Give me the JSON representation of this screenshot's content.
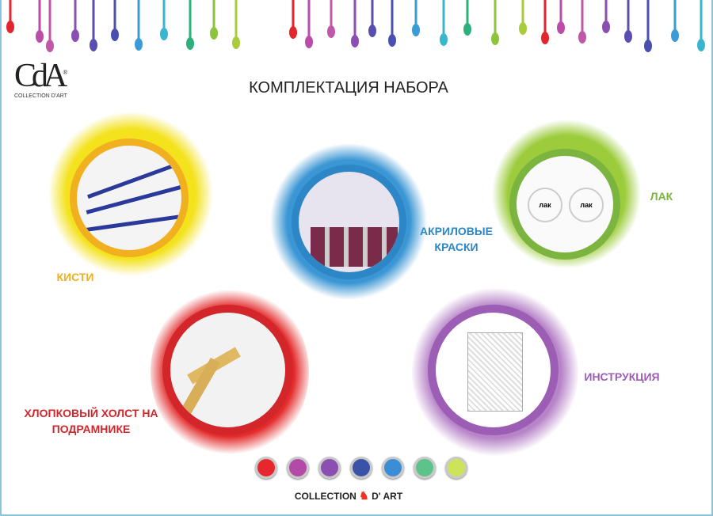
{
  "logo": {
    "mark": "CdA",
    "registered": "®",
    "name": "COLLECTION D'ART"
  },
  "title": "КОМПЛЕКТАЦИЯ НАБОРА",
  "items": [
    {
      "label": "КИСТИ",
      "color": "#f0b020",
      "splash": "#f3e21c"
    },
    {
      "label": "АКРИЛОВЫЕ КРАСКИ",
      "color": "#2d86c6",
      "splash": "#3a96d4"
    },
    {
      "label": "ЛАК",
      "color": "#7bb540",
      "splash": "#9ccc3c"
    },
    {
      "label": "ХЛОПКОВЫЙ ХОЛСТ НА ПОДРАМНИКЕ",
      "color": "#d3262a",
      "splash": "#e32b2b"
    },
    {
      "label": "ИНСТРУКЦИЯ",
      "color": "#9c5db4",
      "splash": "#b784c8"
    }
  ],
  "lak_caps": [
    "лак",
    "лак"
  ],
  "palette": [
    "#e8262e",
    "#b44aa8",
    "#8a4fb0",
    "#3a53a8",
    "#3b8ed6",
    "#5cc48a",
    "#cde35a"
  ],
  "drip_colors": [
    "#e3262d",
    "#b94da8",
    "#c058a8",
    "#8a4fb0",
    "#5a4fb0",
    "#4a50b0",
    "#3b9bd8",
    "#3ab5d0",
    "#2bb07a",
    "#8cc43c",
    "#a8cc3a"
  ],
  "brand": {
    "left": "COLLECTION",
    "right": "D' ART"
  }
}
